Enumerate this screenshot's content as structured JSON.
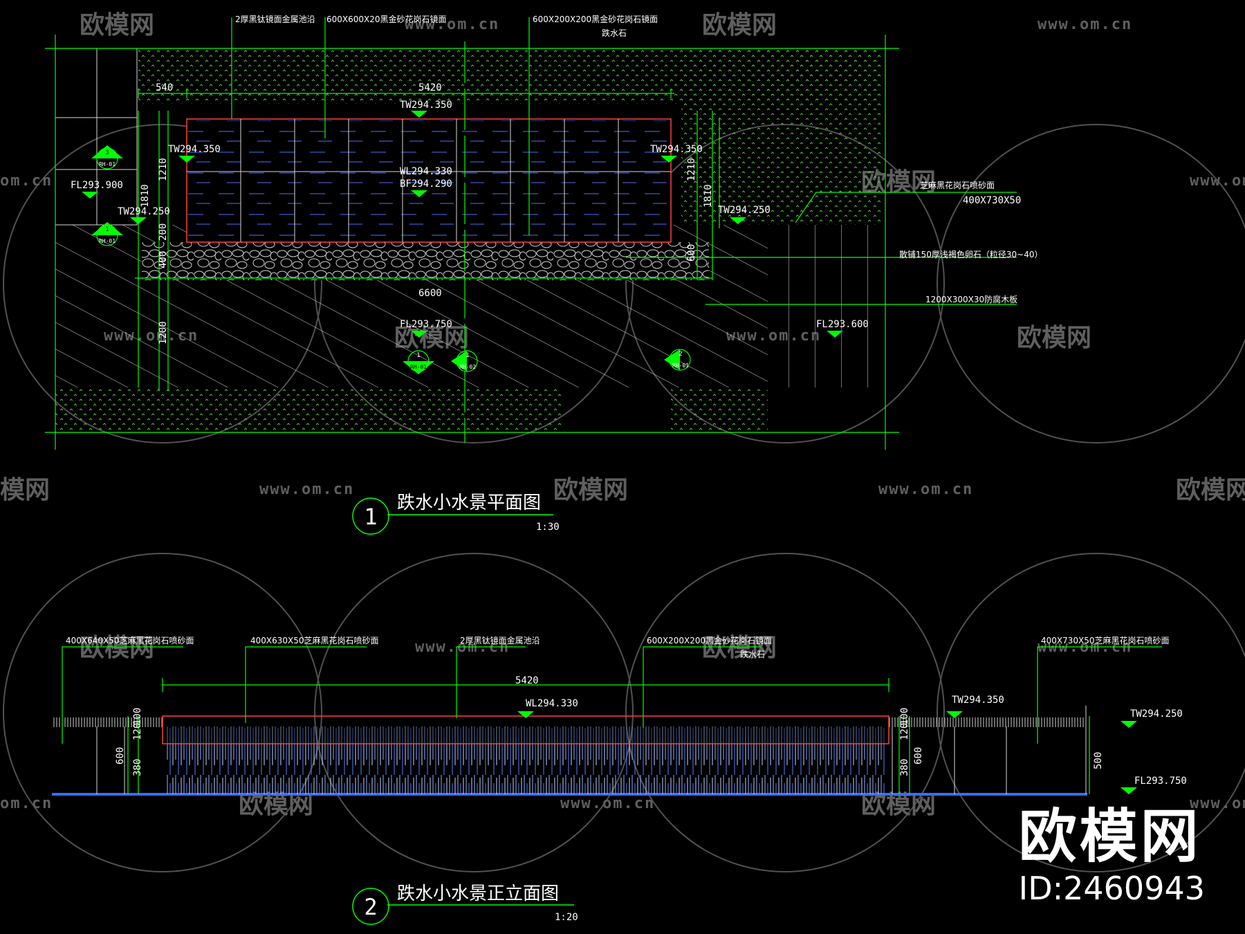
{
  "plan": {
    "labels": {
      "top_rim": "2厚黑钛镜面金属池沿",
      "granite_face": "600X600X20黑金砂花岗石镜面",
      "spill_stone": "600X200X200黑金砂花岗石镜面",
      "spill_stone_2": "跌水石",
      "right_paving": "芝麻黑花岗石喷砂面",
      "right_paving_size": "400X730X50",
      "pebbles": "散铺150厚浅褐色卵石（粒径30~40）",
      "walkway": "1200X300X30防腐木板"
    },
    "dims": {
      "top_540": "540",
      "top_5420": "5420",
      "mid_6600": "6600",
      "left_1210": "1210",
      "left_1810": "1810",
      "left_200": "200",
      "left_400": "400",
      "left_1200": "1200",
      "right_1210": "1210",
      "right_1810": "1810",
      "right_600": "600"
    },
    "levels": {
      "tw_top": "TW294.350",
      "tw_left": "TW294.350",
      "tw_right": "TW294.350",
      "wl": "WL294.330",
      "bf": "BF294.290",
      "fl_left": "FL293.900",
      "tw_left_low": "TW294.250",
      "tw_right_low": "TW294.250",
      "fl_mid": "FL293.750",
      "fl_right": "FL293.600"
    },
    "section_marks": [
      {
        "num": "3",
        "ref": "RH-01"
      },
      {
        "num": "1",
        "ref": "RH-01"
      },
      {
        "num": "1",
        "ref": "RH-01"
      },
      {
        "num": "1",
        "ref": "RH-02"
      },
      {
        "num": "2",
        "ref": "RH-01"
      }
    ],
    "title": {
      "num": "1",
      "text": "跌水小水景平面图",
      "scale": "1:30"
    }
  },
  "elevation": {
    "labels": {
      "left_paving": "400X640X50芝麻黑花岗石喷砂面",
      "left_paving_2": "400X630X50芝麻黑花岗石喷砂面",
      "rim": "2厚黑钛镜面金属池沿",
      "spill_stone": "600X200X200黑金砂花岗石镜面",
      "spill_stone_2": "跌水石",
      "right_paving": "400X730X50芝麻黑花岗石喷砂面"
    },
    "dims": {
      "width_5420": "5420",
      "left_120": "120",
      "left_100": "100",
      "left_600": "600",
      "left_380": "380",
      "right_120": "120",
      "right_100": "100",
      "right_600": "600",
      "right_380": "380",
      "right_500": "500"
    },
    "levels": {
      "wl": "WL294.330",
      "tw_a": "TW294.350",
      "tw_b": "TW294.250",
      "fl": "FL293.750"
    },
    "title": {
      "num": "2",
      "text": "跌水小水景正立面图",
      "scale": "1:20"
    }
  },
  "watermark": {
    "url": "www.om.cn",
    "url_short": "om.cn",
    "logo_text": "欧模网",
    "logo_partial": "模网"
  },
  "brand": {
    "logo": "欧模网",
    "id": "ID:2460943"
  },
  "colors": {
    "green": "#00ff00",
    "red": "#ff4040",
    "blue": "#3a6bff",
    "white": "#ffffff",
    "watermark": "#6a6a6a"
  }
}
